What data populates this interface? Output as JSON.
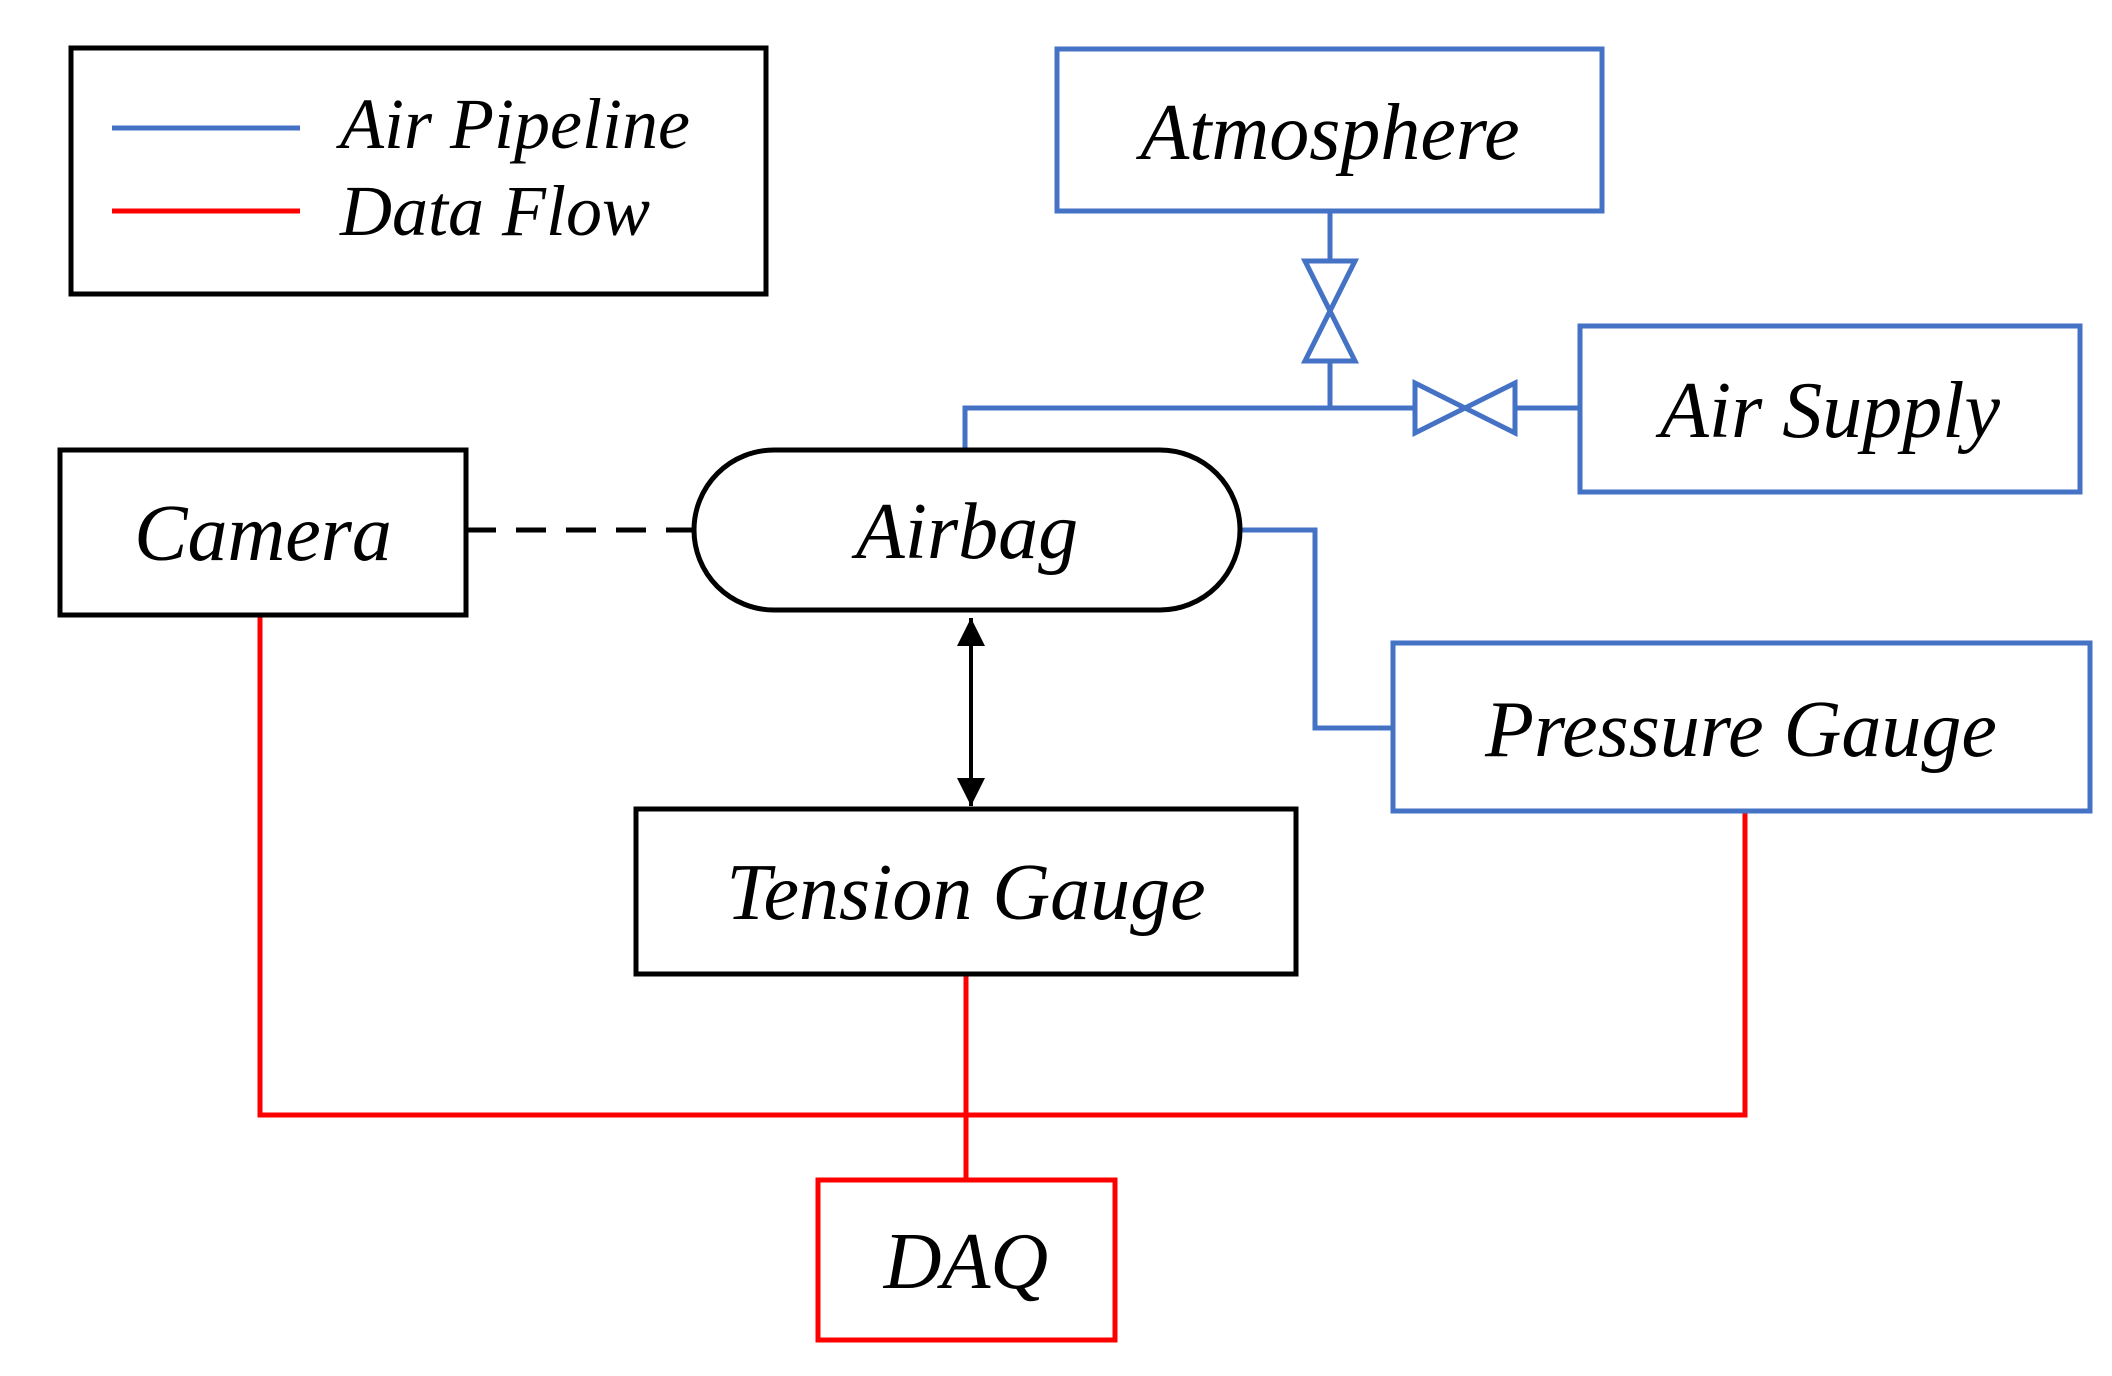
{
  "legend": {
    "items": [
      {
        "label": "Air Pipeline",
        "color": "#4472c4"
      },
      {
        "label": "Data Flow",
        "color": "#ff0000"
      }
    ]
  },
  "nodes": {
    "atmosphere": {
      "label": "Atmosphere"
    },
    "air_supply": {
      "label": "Air Supply"
    },
    "camera": {
      "label": "Camera"
    },
    "airbag": {
      "label": "Airbag"
    },
    "pressure_gauge": {
      "label": "Pressure Gauge"
    },
    "tension_gauge": {
      "label": "Tension Gauge"
    },
    "daq": {
      "label": "DAQ"
    }
  },
  "colors": {
    "air_pipeline": "#4472c4",
    "data_flow": "#ff0000",
    "default": "#000000"
  }
}
